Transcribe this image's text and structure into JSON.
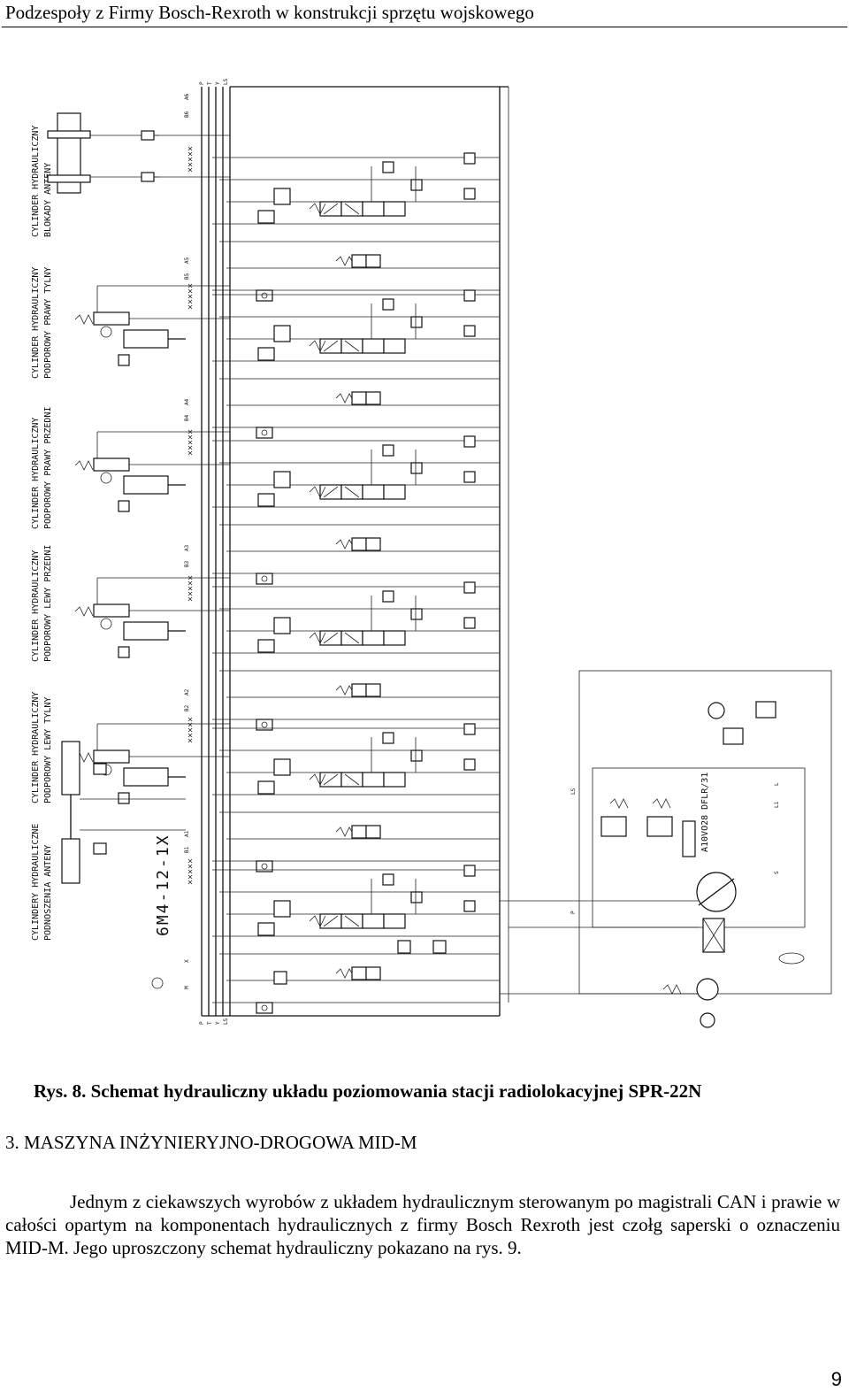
{
  "header": {
    "title": "Podzespoły z Firmy Bosch-Rexroth w konstrukcji sprzętu wojskowego"
  },
  "figure": {
    "cylinder_labels": [
      [
        "CYLINDER HYDRAULICZNY",
        "BLOKADY ANTENY"
      ],
      [
        "CYLINDER HYDRAULICZNY",
        "PODPOROWY PRAWY TYLNY"
      ],
      [
        "CYLINDER HYDRAULICZNY",
        "PODPOROWY PRAWY PRZEDNI"
      ],
      [
        "CYLINDER HYDRAULICZNY",
        "PODPOROWY LEWY PRZEDNI"
      ],
      [
        "CYLINDER HYDRAULICZNY",
        "PODPOROWY LEWY TYLNY"
      ],
      [
        "CYLINDERY HYDRAULICZNE",
        "PODNOSZENIA ANTENY"
      ]
    ],
    "block_code": "6M4-12-1X",
    "ports_top": [
      "P",
      "T",
      "Y",
      "LS"
    ],
    "ports_bottom": [
      "P",
      "T",
      "Y",
      "LS"
    ],
    "port_labels": [
      "A6",
      "B6",
      "A5",
      "B5",
      "A4",
      "B4",
      "A3",
      "B3",
      "A2",
      "B2",
      "A1",
      "B1",
      "X",
      "M"
    ],
    "pump_label": "A10VO28 DFLR/31",
    "pump_ports": [
      "L",
      "L1",
      "S",
      "LS",
      "P"
    ]
  },
  "caption": "Rys. 8. Schemat hydrauliczny układu poziomowania stacji radiolokacyjnej SPR-22N",
  "section": {
    "heading": "3. MASZYNA INŻYNIERYJNO-DROGOWA MID-M"
  },
  "body": {
    "paragraph": "Jednym z ciekawszych wyrobów z układem hydraulicznym sterowanym po magistrali CAN i prawie w całości opartym na komponentach hydraulicznych z firmy Bosch Rexroth jest czołg saperski o oznaczeniu MID-M. Jego uproszczony schemat hydrauliczny pokazano na rys. 9."
  },
  "page_number": "9"
}
